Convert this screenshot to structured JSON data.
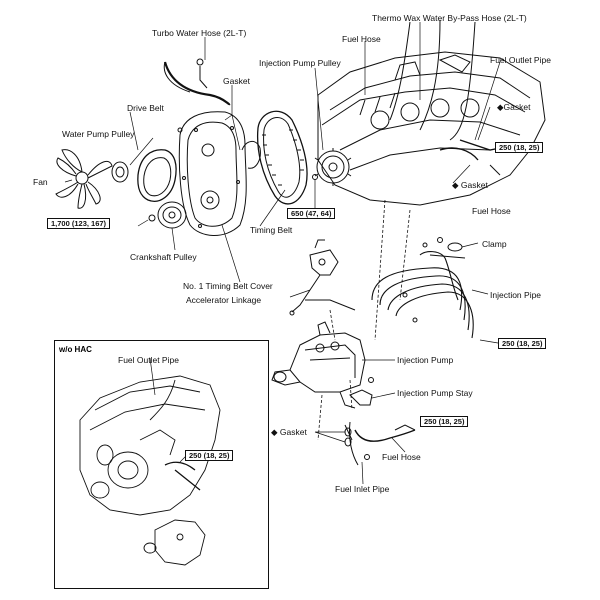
{
  "labels": {
    "turbo_water_hose": "Turbo Water Hose (2L-T)",
    "thermo_wax": "Thermo Wax Water By-Pass Hose (2L-T)",
    "fuel_hose_top": "Fuel Hose",
    "injection_pump_pulley": "Injection Pump Pulley",
    "fuel_outlet_pipe_top": "Fuel Outlet Pipe",
    "gasket_right_top": "◆Gasket",
    "gasket_mid": "Gasket",
    "drive_belt": "Drive Belt",
    "water_pump_pulley": "Water Pump Pulley",
    "fan": "Fan",
    "gasket_right_mid": "◆ Gasket",
    "fuel_hose_right": "Fuel Hose",
    "timing_belt": "Timing Belt",
    "crankshaft_pulley": "Crankshaft Pulley",
    "no1_cover": "No. 1 Timing Belt Cover",
    "accelerator_linkage": "Accelerator Linkage",
    "clamp": "Clamp",
    "injection_pipe": "Injection Pipe",
    "injection_pump": "Injection Pump",
    "injection_pump_stay": "Injection Pump Stay",
    "gasket_bottom": "◆ Gasket",
    "fuel_hose_bottom": "Fuel Hose",
    "fuel_inlet_pipe": "Fuel Inlet Pipe",
    "inset_title": "w/o HAC",
    "inset_fuel_outlet_pipe": "Fuel Outlet Pipe"
  },
  "torques": {
    "t_250_top": "250 (18, 25)",
    "t_1700": "1,700 (123, 167)",
    "t_650": "650 (47, 64)",
    "t_250_mid": "250 (18, 25)",
    "t_250_bottom": "250 (18, 25)",
    "t_250_inset": "250 (18, 25)"
  }
}
